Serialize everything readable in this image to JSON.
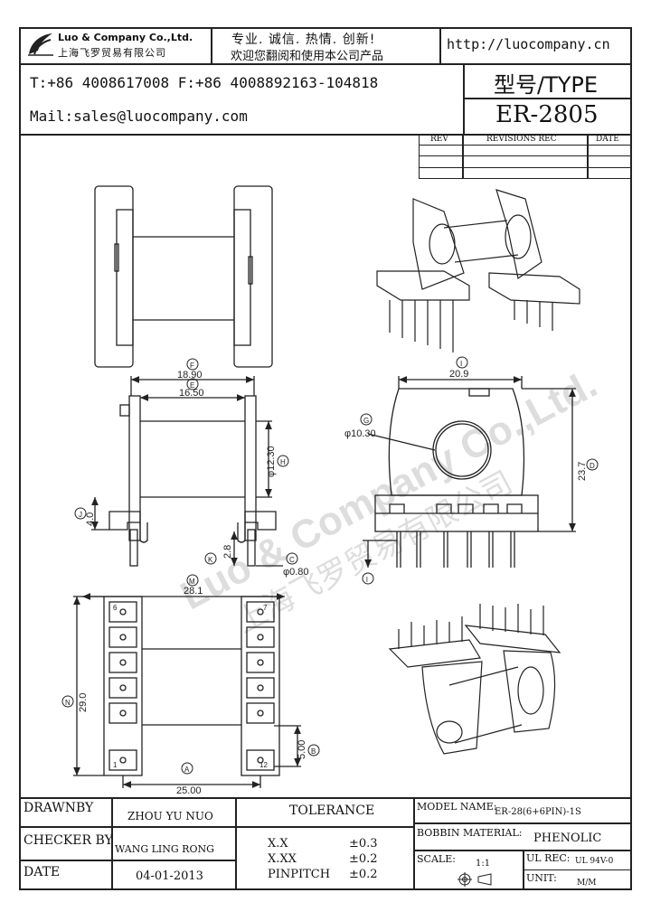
{
  "header": {
    "company_en": "Luo & Company Co.,Ltd.",
    "company_cn": "上海飞罗贸易有限公司",
    "slogan_1": "专业. 诚信. 热情. 创新!",
    "slogan_2": "欢迎您翻阅和使用本公司产品",
    "website": "http://luocompany.cn",
    "phone_fax": "T:+86 4008617008 F:+86 4008892163-104818",
    "email": "Mail:sales@luocompany.com",
    "type_label": "型号/TYPE",
    "type_value": "ER-2805"
  },
  "revisions": {
    "col_rev": "REV",
    "col_rec": "REVISIONS REC",
    "col_date": "DATE"
  },
  "drawing": {
    "dim_f_letter": "F",
    "dim_f_value": "18.90",
    "dim_e_letter": "E",
    "dim_e_value": "16.50",
    "dim_h_letter": "H",
    "dim_h_value": "φ12.30",
    "dim_j_letter": "J",
    "dim_j_value": "4.0",
    "dim_k_letter": "K",
    "dim_k_value": "2.8",
    "dim_c_letter": "C",
    "dim_c_value": "φ0.80",
    "dim_i_letter": "I",
    "dim_i_value": "20.9",
    "dim_g_letter": "G",
    "dim_g_value": "φ10.30",
    "dim_d_letter": "D",
    "dim_d_value": "23.7",
    "dim_m_letter": "M",
    "dim_m_value": "28.1",
    "dim_n_letter": "N",
    "dim_n_value": "29.0",
    "dim_a_letter": "A",
    "dim_a_value": "25.00",
    "dim_b_letter": "B",
    "dim_b_value": "5.00",
    "pin_6": "6",
    "pin_7": "7",
    "pin_1": "1",
    "pin_12": "12",
    "watermark": "Luo & Company Co.,Ltd.",
    "watermark_cn": "上海飞罗贸易有限公司"
  },
  "title_block": {
    "drawnby_label": "DRAWNBY",
    "drawnby_value": "ZHOU YU NUO",
    "checker_label": "CHECKER BY",
    "checker_value": "WANG LING RONG",
    "date_label": "DATE",
    "date_value": "04-01-2013",
    "tolerance_label": "TOLERANCE",
    "tol_x_label": "X.X",
    "tol_x_value": "±0.3",
    "tol_xx_label": "X.XX",
    "tol_xx_value": "±0.2",
    "tol_pin_label": "PINPITCH",
    "tol_pin_value": "±0.2",
    "model_label": "MODEL NAME:",
    "model_value": "ER-28(6+6PIN)-1S",
    "material_label": "BOBBIN MATERIAL:",
    "material_value": "PHENOLIC",
    "scale_label": "SCALE:",
    "scale_value": "1:1",
    "ul_label": "UL REC:",
    "ul_value": "UL 94V-0",
    "unit_label": "UNIT:",
    "unit_value": "M/M"
  }
}
